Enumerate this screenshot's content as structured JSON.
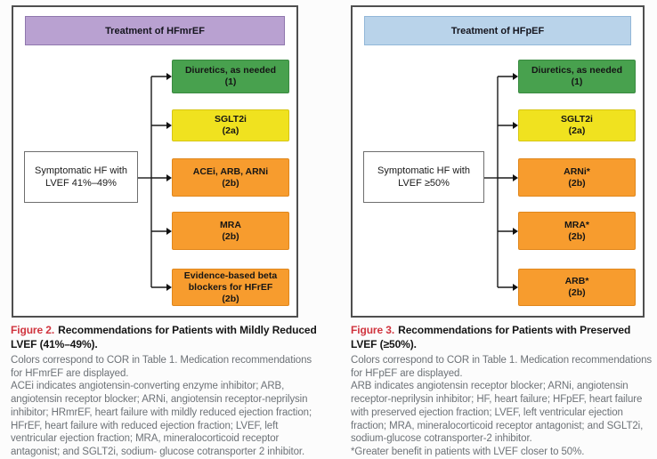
{
  "colors": {
    "figure2_header_fill": "#b9a1d1",
    "figure3_header_fill": "#b9d3ea",
    "cor1_green": "#48a14e",
    "cor2a_yellow": "#f0e21f",
    "cor2b_orange": "#f79c2e",
    "figure_label_red": "#d0343e",
    "caption_text_gray": "#6d7277"
  },
  "figures": [
    {
      "header": {
        "label": "Treatment of HFmrEF"
      },
      "source": {
        "label": "Symptomatic HF with LVEF 41%–49%"
      },
      "treatments": [
        {
          "label": "Diuretics, as needed",
          "cor": "(1)",
          "color": "#48a14e"
        },
        {
          "label": "SGLT2i",
          "cor": "(2a)",
          "color": "#f0e21f"
        },
        {
          "label": "ACEi, ARB, ARNi",
          "cor": "(2b)",
          "color": "#f79c2e"
        },
        {
          "label": "MRA",
          "cor": "(2b)",
          "color": "#f79c2e"
        },
        {
          "label": "Evidence-based beta blockers for HFrEF",
          "cor": "(2b)",
          "color": "#f79c2e"
        }
      ],
      "caption": {
        "label": "Figure 2.",
        "title": "Recommendations for Patients with Mildly Reduced LVEF (41%–49%).",
        "body1": "Colors correspond to COR in Table 1. Medication recommendations for HFmrEF are displayed.",
        "body2": "ACEi indicates angiotensin-converting enzyme inhibitor; ARB, angiotensin receptor blocker; ARNi, angiotensin receptor-neprilysin inhibitor; HRmrEF, heart failure with mildly reduced ejection fraction; HFrEF, heart failure with reduced ejection fraction; LVEF, left ventricular ejection fraction; MRA, mineralocorticoid receptor antagonist; and SGLT2i, sodium- glucose cotransporter 2 inhibitor."
      }
    },
    {
      "header": {
        "label": "Treatment of HFpEF"
      },
      "source": {
        "label": "Symptomatic HF with LVEF ≥50%"
      },
      "treatments": [
        {
          "label": "Diuretics, as needed",
          "cor": "(1)",
          "color": "#48a14e"
        },
        {
          "label": "SGLT2i",
          "cor": "(2a)",
          "color": "#f0e21f"
        },
        {
          "label": "ARNi*",
          "cor": "(2b)",
          "color": "#f79c2e"
        },
        {
          "label": "MRA*",
          "cor": "(2b)",
          "color": "#f79c2e"
        },
        {
          "label": "ARB*",
          "cor": "(2b)",
          "color": "#f79c2e"
        }
      ],
      "caption": {
        "label": "Figure 3.",
        "title": "Recommendations for Patients with Preserved LVEF (≥50%).",
        "body1": "Colors correspond to COR in Table 1. Medication recommendations for HFpEF are displayed.",
        "body2": "ARB indicates angiotensin receptor blocker; ARNi, angiotensin receptor-neprilysin inhibitor; HF, heart failure; HFpEF, heart failure with preserved ejection fraction; LVEF, left ventricular ejection fraction; MRA, mineralocorticoid receptor antagonist; and SGLT2i, sodium-glucose cotransporter-2 inhibitor.",
        "footnote": "*Greater benefit in patients with LVEF closer to 50%."
      }
    }
  ]
}
